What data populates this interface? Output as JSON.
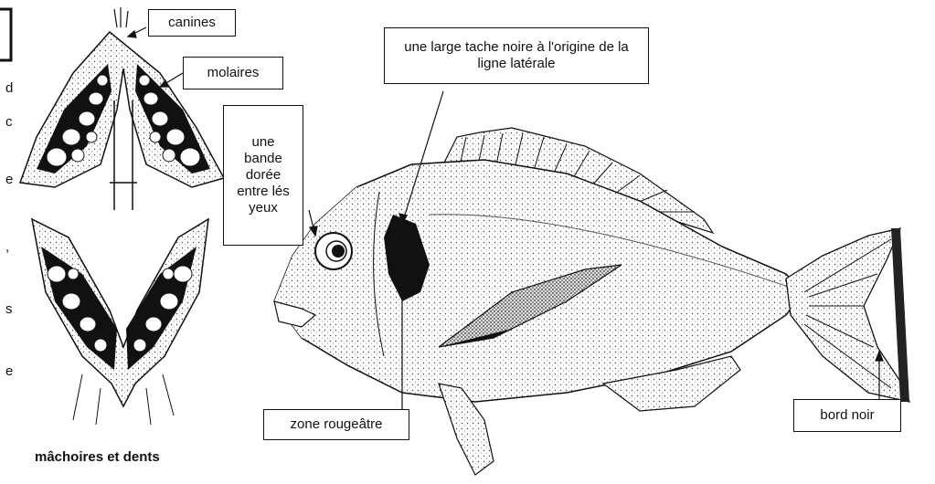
{
  "labels": {
    "canines": "canines",
    "molaires": "molaires",
    "tache": "une large tache noire à l'origine de la ligne latérale",
    "bande": "une bande dorée entre lés yeux",
    "zone": "zone rougeâtre",
    "bord": "bord noir"
  },
  "caption": "mâchoires et dents",
  "edge_letters": [
    "d",
    "c",
    "e",
    ",",
    "s",
    "e"
  ],
  "colors": {
    "ink": "#111111",
    "paper": "#ffffff",
    "shade": "#9a9a9a"
  }
}
